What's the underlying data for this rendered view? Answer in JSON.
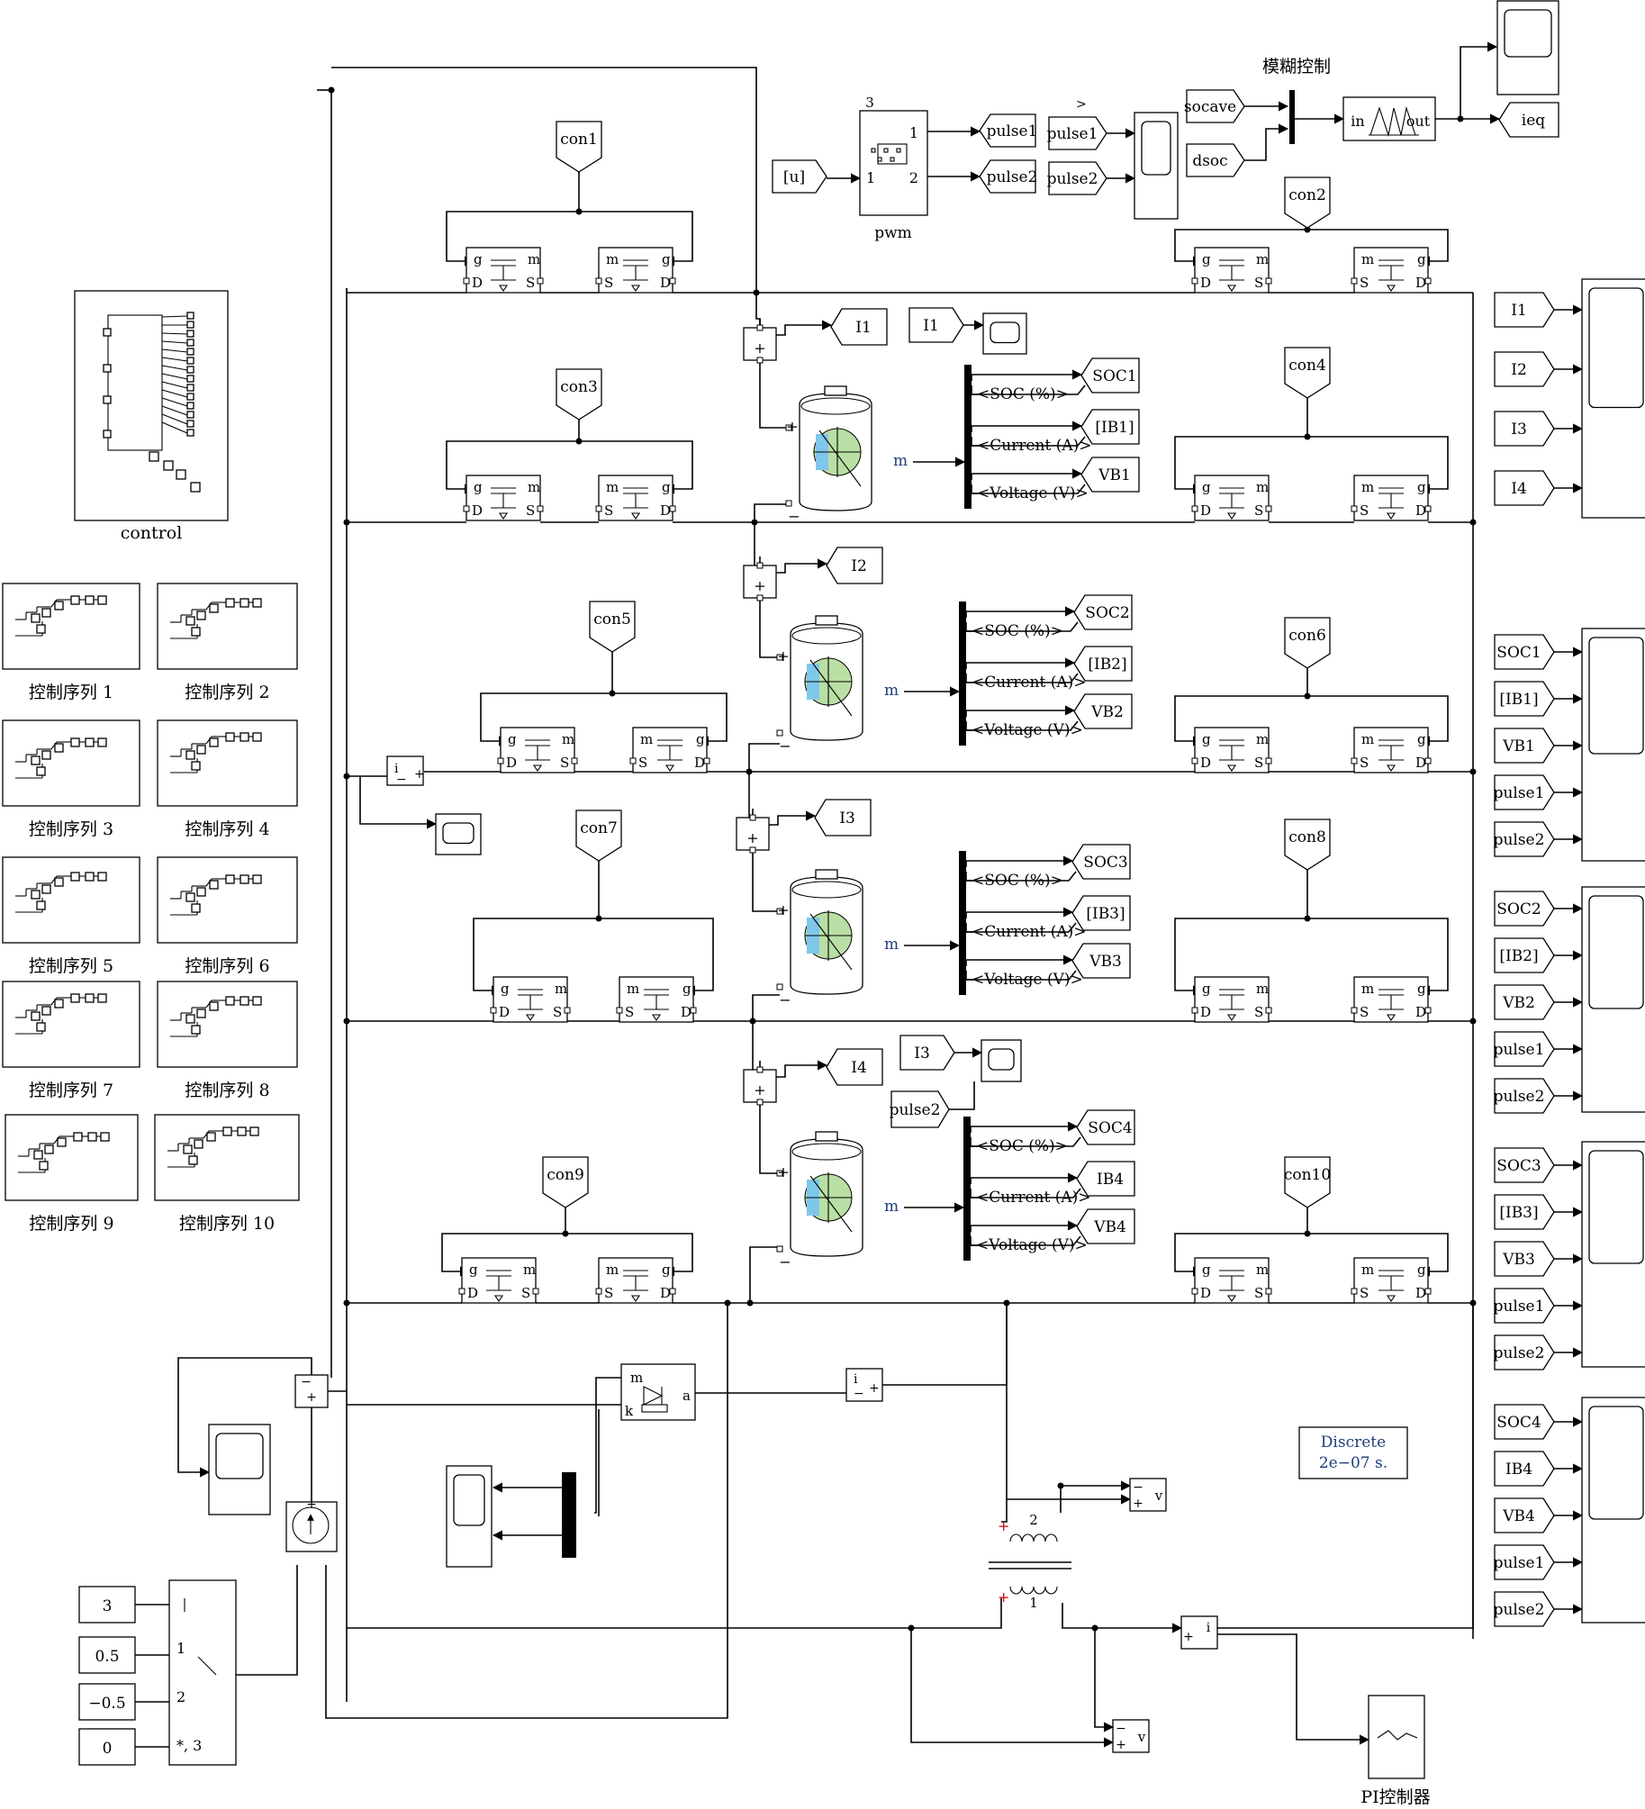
{
  "control_block": {
    "label": "control"
  },
  "sequences": [
    "控制序列 1",
    "控制序列 2",
    "控制序列 3",
    "控制序列 4",
    "控制序列 5",
    "控制序列 6",
    "控制序列 7",
    "控制序列 8",
    "控制序列 9",
    "控制序列 10"
  ],
  "con_tags": [
    "con1",
    "con2",
    "con3",
    "con4",
    "con5",
    "con6",
    "con7",
    "con8",
    "con9",
    "con10"
  ],
  "pwm": {
    "label": "pwm",
    "input_tag": "[u]",
    "in_port": "1",
    "out1": "1",
    "out2": "2",
    "top_mark": "3",
    "pulse1_out": "pulse1",
    "pulse2_out": "pulse2",
    "pulse1_in": "pulse1",
    "pulse2_in": "pulse2"
  },
  "fuzzy": {
    "title": "模糊控制",
    "socave": "socave",
    "dsoc": "dsoc",
    "in": "in",
    "out": "out",
    "ieq": "ieq"
  },
  "mosfet": {
    "g": "g",
    "m": "m",
    "D": "D",
    "S": "S"
  },
  "current_goto": [
    "I1",
    "I2",
    "I3",
    "I4"
  ],
  "i1_from": "I1",
  "i3_from": "I3",
  "pulse2_from": "pulse2",
  "battery": {
    "m": "m",
    "plus": "+",
    "minus": "−"
  },
  "bus_labels": [
    "<SOC (%)>",
    "<Current (A)>",
    "<Voltage (V)>"
  ],
  "battery_outputs": [
    [
      "SOC1",
      "[IB1]",
      "VB1"
    ],
    [
      "SOC2",
      "[IB2]",
      "VB2"
    ],
    [
      "SOC3",
      "[IB3]",
      "VB3"
    ],
    [
      "SOC4",
      "IB4",
      "VB4"
    ]
  ],
  "scope_groups": [
    [
      "I1",
      "I2",
      "I3",
      "I4"
    ],
    [
      "SOC1",
      "[IB1]",
      "VB1",
      "pulse1",
      "pulse2"
    ],
    [
      "SOC2",
      "[IB2]",
      "VB2",
      "pulse1",
      "pulse2"
    ],
    [
      "SOC3",
      "[IB3]",
      "VB3",
      "pulse1",
      "pulse2"
    ],
    [
      "SOC4",
      "IB4",
      "VB4",
      "pulse1",
      "pulse2"
    ]
  ],
  "constants": [
    "3",
    "0.5",
    "−0.5",
    "0"
  ],
  "switch_ports": {
    "p1": "1",
    "p2": "2",
    "p3": "*, 3"
  },
  "measure": {
    "i": "i",
    "v": "v",
    "plus": "+",
    "minus": "−"
  },
  "diode": {
    "m": "m",
    "a": "a",
    "k": "k"
  },
  "transformer": {
    "w1": "1",
    "w2": "2"
  },
  "powergui": [
    "Discrete",
    "2e−07 s."
  ],
  "pi": {
    "label": "PI控制器"
  },
  "colors": {
    "line": "#000000",
    "powergui_text": "#1f3d7a",
    "battery_green": "#b9dfa4",
    "battery_blue": "#7fc7ea",
    "battery_m": "#1f3d7a",
    "polarity_mark": "#cc0000"
  }
}
